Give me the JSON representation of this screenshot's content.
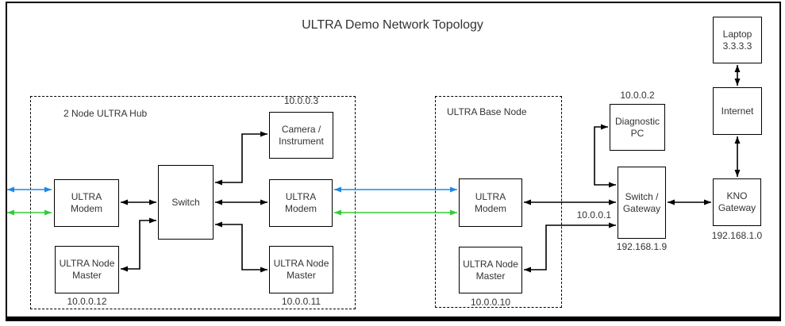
{
  "title": "ULTRA Demo Network Topology",
  "colors": {
    "link_blue": "#1E88E5",
    "link_green": "#33CC33",
    "link_black": "#000000"
  },
  "groups": {
    "hub": {
      "label": "2 Node ULTRA Hub"
    },
    "base": {
      "label": "ULTRA Base Node"
    }
  },
  "nodes": {
    "hub_modem_left": {
      "label": "ULTRA\nModem"
    },
    "hub_switch": {
      "label": "Switch"
    },
    "camera": {
      "label": "Camera /\nInstrument",
      "ip": "10.0.0.3"
    },
    "hub_modem_right": {
      "label": "ULTRA\nModem"
    },
    "hub_master_left": {
      "label": "ULTRA Node\nMaster",
      "ip": "10.0.0.12"
    },
    "hub_master_right": {
      "label": "ULTRA Node\nMaster",
      "ip": "10.0.0.11"
    },
    "base_modem": {
      "label": "ULTRA\nModem"
    },
    "base_master": {
      "label": "ULTRA Node\nMaster",
      "ip": "10.0.0.10"
    },
    "diagnostic_pc": {
      "label": "Diagnostic\nPC",
      "ip": "10.0.0.2"
    },
    "switch_gateway": {
      "label": "Switch /\nGateway",
      "ip": "192.168.1.9"
    },
    "kno_gateway": {
      "label": "KNO\nGateway",
      "ip": "192.168.1.0"
    },
    "internet": {
      "label": "Internet"
    },
    "laptop": {
      "label": "Laptop\n3.3.3.3"
    }
  },
  "links": {
    "gateway_ip_label": "10.0.0.1"
  }
}
